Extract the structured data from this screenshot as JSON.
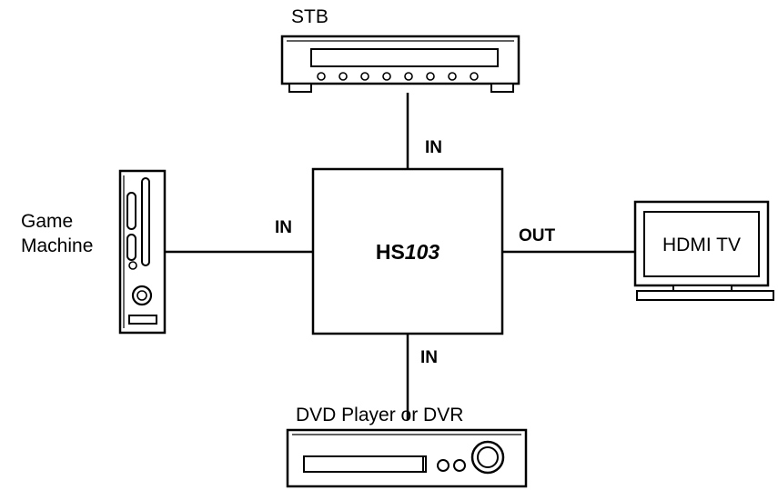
{
  "hub": {
    "name_prefix": "HS",
    "name_suffix": "103"
  },
  "devices": {
    "stb": "STB",
    "game_line1": "Game",
    "game_line2": "Machine",
    "tv": "HDMI TV",
    "dvd": "DVD Player or DVR"
  },
  "ports": {
    "top": "IN",
    "left": "IN",
    "bottom": "IN",
    "right": "OUT"
  }
}
